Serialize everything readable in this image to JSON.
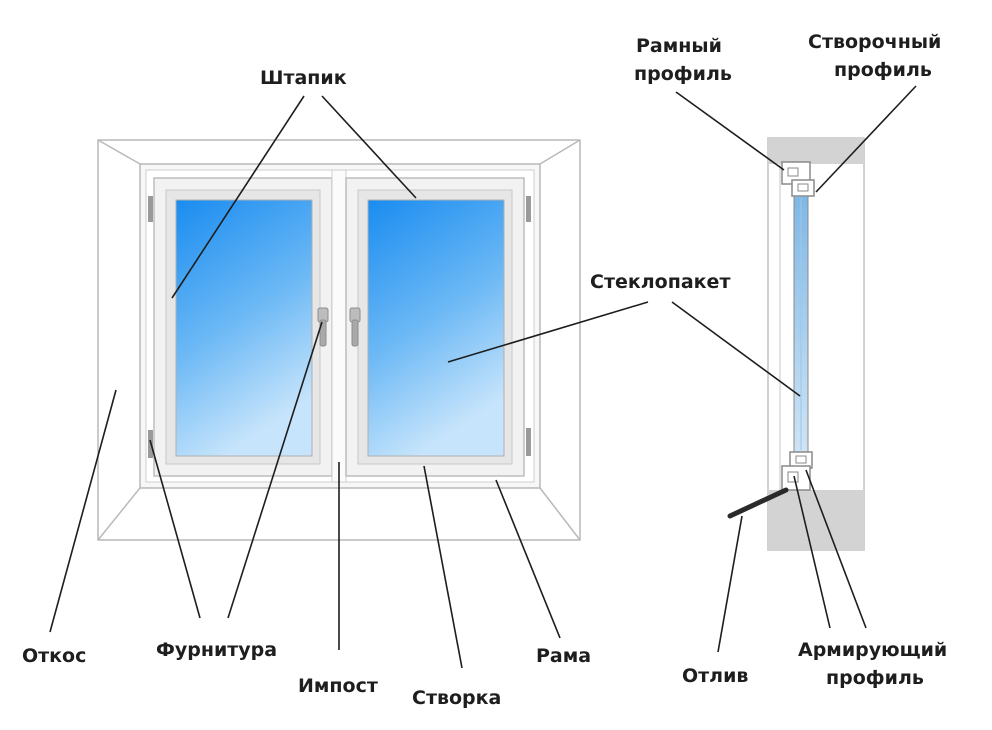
{
  "labels": {
    "shtapik": "Штапик",
    "ramny_l1": "Рамный",
    "ramny_l2": "профиль",
    "stvorochny_l1": "Створочный",
    "stvorochny_l2": "профиль",
    "steklopaket": "Стеклопакет",
    "otkos": "Откос",
    "furnitura": "Фурнитура",
    "impost": "Импост",
    "stvorka": "Створка",
    "rama": "Рама",
    "otliv": "Отлив",
    "armir_l1": "Армирующий",
    "armir_l2": "профиль"
  },
  "colors": {
    "text": "#1e1e1e",
    "frame_fill": "#ffffff",
    "frame_stroke": "#b9b9b9",
    "sash_fill": "#eeeeee",
    "glass_top": "#1f8ff0",
    "glass_bottom": "#b8dcfa",
    "wall": "#d3d3d3",
    "hardware": "#9a9a9a"
  }
}
